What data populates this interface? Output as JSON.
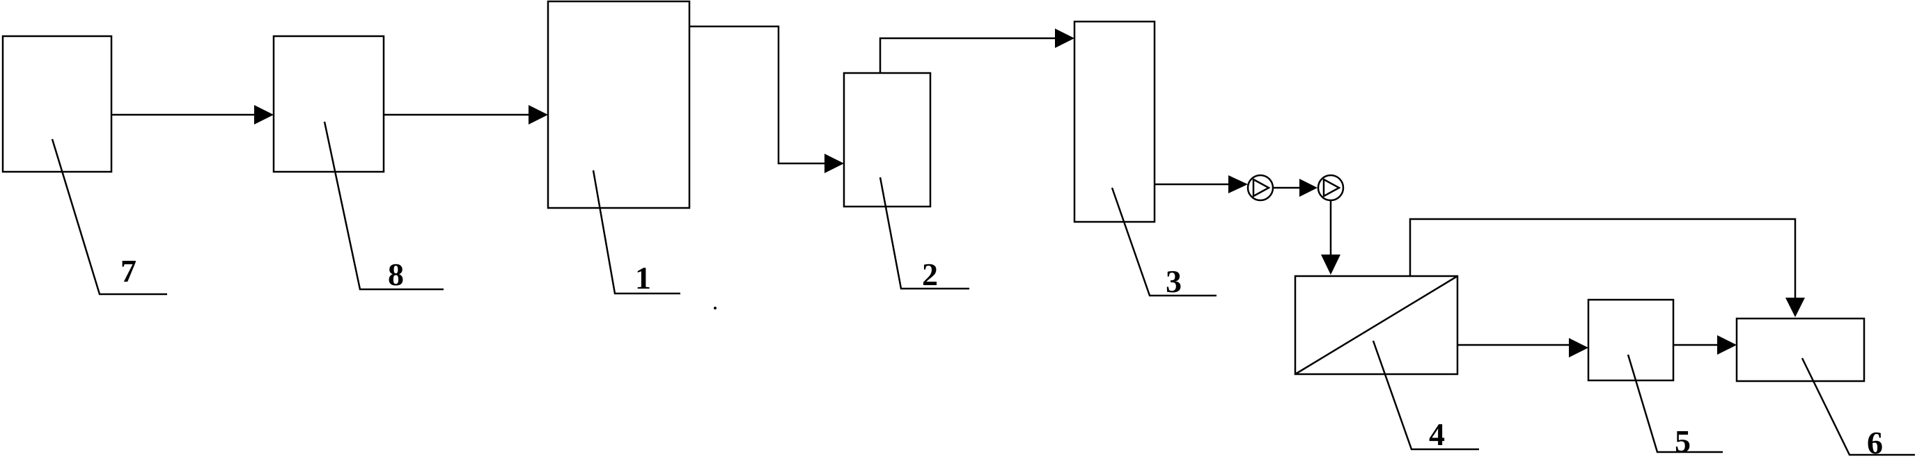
{
  "labels": {
    "n7": "7",
    "n8": "8",
    "n1": "1",
    "n2": "2",
    "n3": "3",
    "n4": "4",
    "n5": "5",
    "n6": "6"
  }
}
